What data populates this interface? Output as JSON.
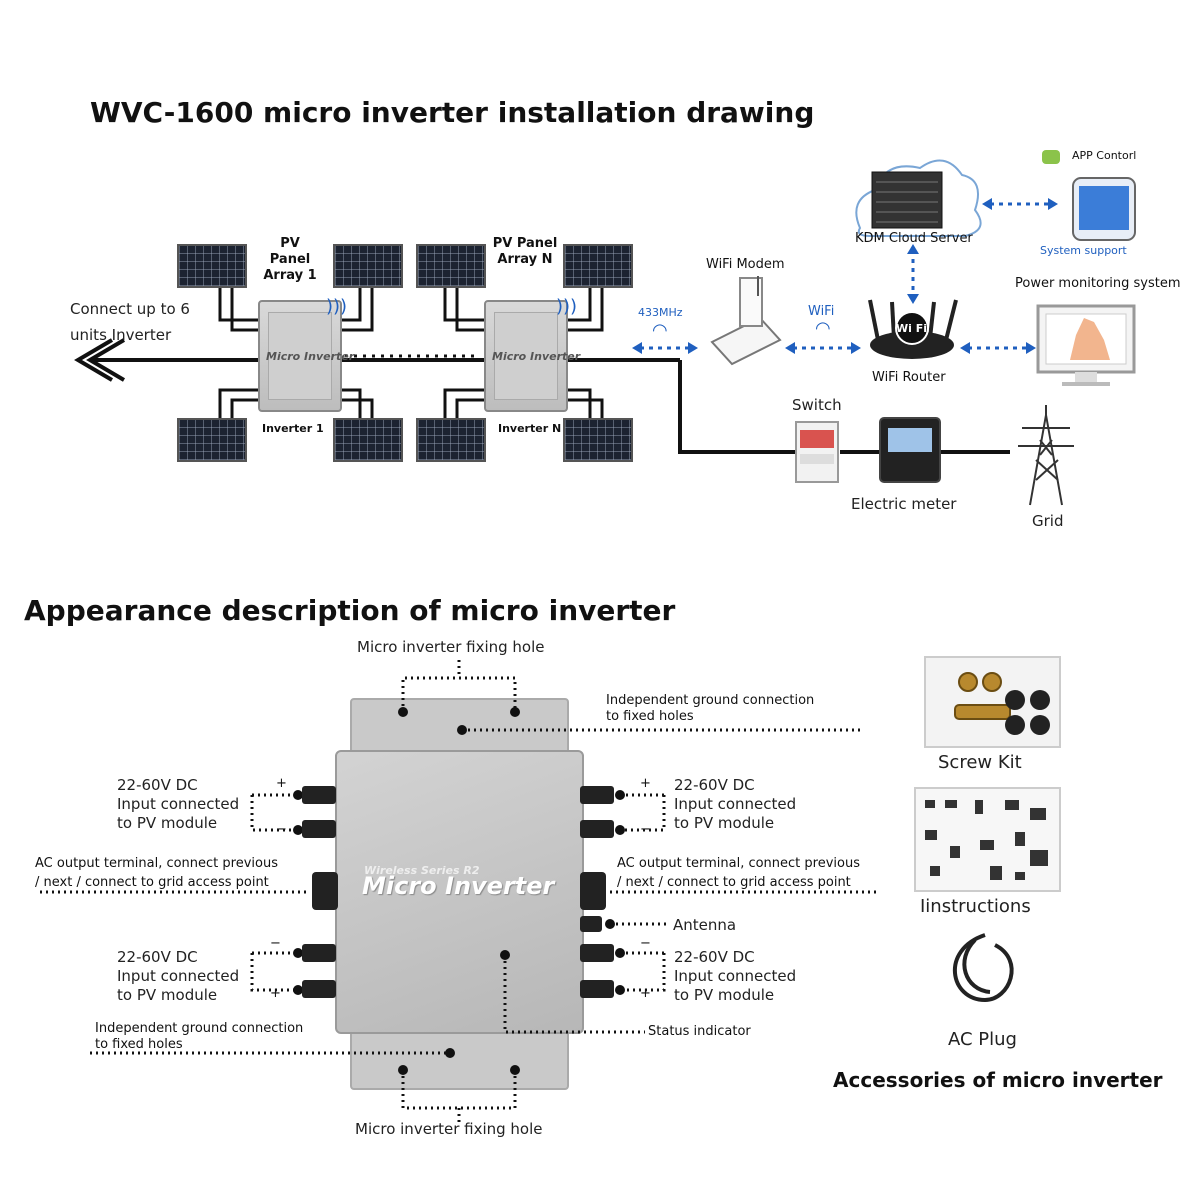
{
  "top": {
    "title": "WVC-1600 micro inverter installation drawing",
    "pv_array_1": [
      "PV  Panel",
      "Array 1"
    ],
    "pv_array_n": [
      "PV  Panel",
      "Array N"
    ],
    "inverter_1": "Inverter 1",
    "inverter_n": "Inverter N",
    "connect_note": [
      "Connect up to 6",
      "units Inverter"
    ],
    "freq_label": "433MHz",
    "wifi_modem": "WiFi Modem",
    "wifi_label": "WiFi",
    "wifi_router": "WiFi Router",
    "cloud_server": "KDM Cloud Server",
    "app_control": "APP Contorl",
    "system_support": "System support",
    "power_monitoring": "Power monitoring system",
    "switch": "Switch",
    "electric_meter": "Electric meter",
    "grid": "Grid",
    "router_badge": "Wi Fi",
    "inverter_plate": "Micro Inverter"
  },
  "appearance": {
    "title": "Appearance description of micro inverter",
    "fixing_hole_top": "Micro inverter fixing hole",
    "fixing_hole_bottom": "Micro inverter fixing hole",
    "ground_right": [
      "Independent ground connection",
      "to fixed holes"
    ],
    "ground_left": [
      "Independent ground connection",
      "to fixed holes"
    ],
    "dc_left_top": [
      "22-60V DC",
      "Input connected",
      "to PV module"
    ],
    "dc_right_top": [
      "22-60V DC",
      "Input connected",
      "to PV module"
    ],
    "dc_left_bottom": [
      "22-60V DC",
      "Input connected",
      "to PV module"
    ],
    "dc_right_bottom": [
      "22-60V DC",
      "Input connected",
      "to PV module"
    ],
    "ac_left": [
      "AC output terminal, connect previous",
      "/ next / connect to grid access point"
    ],
    "ac_right": [
      "AC output terminal, connect previous",
      "/ next / connect to grid access point"
    ],
    "antenna": "Antenna",
    "status_indicator": "Status indicator",
    "device_series": "Wireless Series R2",
    "device_name": "Micro Inverter",
    "plus": "+",
    "minus": "−"
  },
  "accessories": {
    "title": "Accessories of micro inverter",
    "screw_kit": "Screw Kit",
    "instructions": "Iinstructions",
    "ac_plug": "AC Plug"
  }
}
